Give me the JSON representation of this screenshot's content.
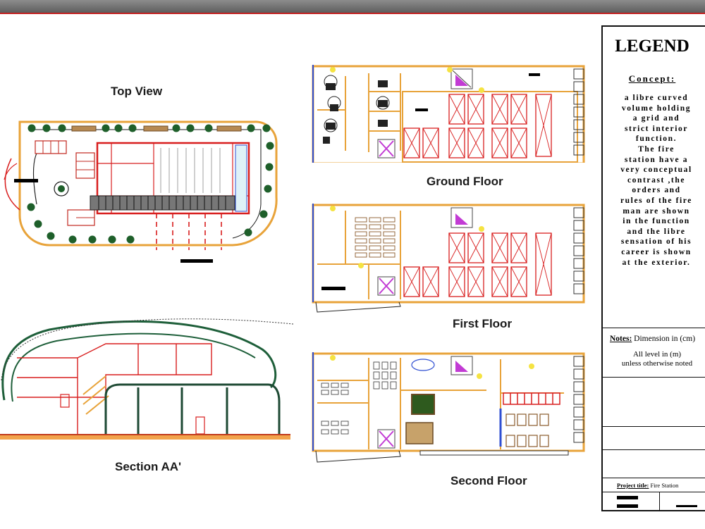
{
  "captions": {
    "top_view": "Top View",
    "ground_floor": "Ground Floor",
    "first_floor": "First Floor",
    "section": "Section AA'",
    "second_floor": "Second Floor"
  },
  "legend": {
    "title": "LEGEND",
    "concept_heading": "Concept:",
    "concept_lines": [
      "a libre curved",
      "volume holding",
      "a grid and",
      "strict interior",
      "function.",
      "The fire",
      "station have a",
      "very conceptual",
      "contrast ,the",
      "orders and",
      "rules of the fire",
      "man are shown",
      "in the function",
      "and the libre",
      "sensation of his",
      "career is shown",
      "at the exterior."
    ],
    "notes_label": "Notes:",
    "notes_text": " Dimension in (cm)",
    "notes_line2": "All level in (m)",
    "notes_line3": "unless otherwise noted",
    "project_label": "Project title:",
    "project_value": " Fire Station"
  },
  "colors": {
    "wall_orange": "#e8a33a",
    "wall_red": "#d81e1e",
    "stair_magenta": "#c23bd4",
    "tree_green": "#1e5f2a",
    "window_blue": "#2f4fd2",
    "legend_border": "#111111"
  }
}
